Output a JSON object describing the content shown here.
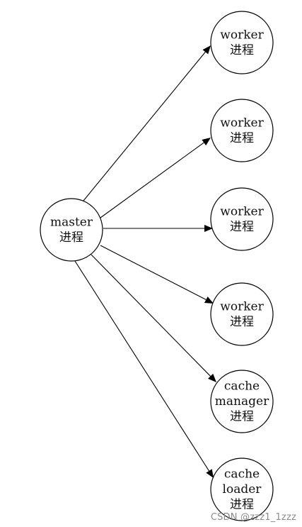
{
  "diagram": {
    "master": {
      "id": "master",
      "lines": [
        "master",
        "进程"
      ]
    },
    "workers": [
      {
        "id": "worker-1",
        "lines": [
          "worker",
          "进程"
        ]
      },
      {
        "id": "worker-2",
        "lines": [
          "worker",
          "进程"
        ]
      },
      {
        "id": "worker-3",
        "lines": [
          "worker",
          "进程"
        ]
      },
      {
        "id": "worker-4",
        "lines": [
          "worker",
          "进程"
        ]
      },
      {
        "id": "cache-manager",
        "lines": [
          "cache",
          "manager",
          "进程"
        ]
      },
      {
        "id": "cache-loader",
        "lines": [
          "cache",
          "loader",
          "进程"
        ]
      }
    ],
    "edges": [
      {
        "from": "master",
        "to": "worker-1"
      },
      {
        "from": "master",
        "to": "worker-2"
      },
      {
        "from": "master",
        "to": "worker-3"
      },
      {
        "from": "master",
        "to": "worker-4"
      },
      {
        "from": "master",
        "to": "cache-manager"
      },
      {
        "from": "master",
        "to": "cache-loader"
      }
    ]
  },
  "watermark": "CSDN @zzz1_1zzz"
}
